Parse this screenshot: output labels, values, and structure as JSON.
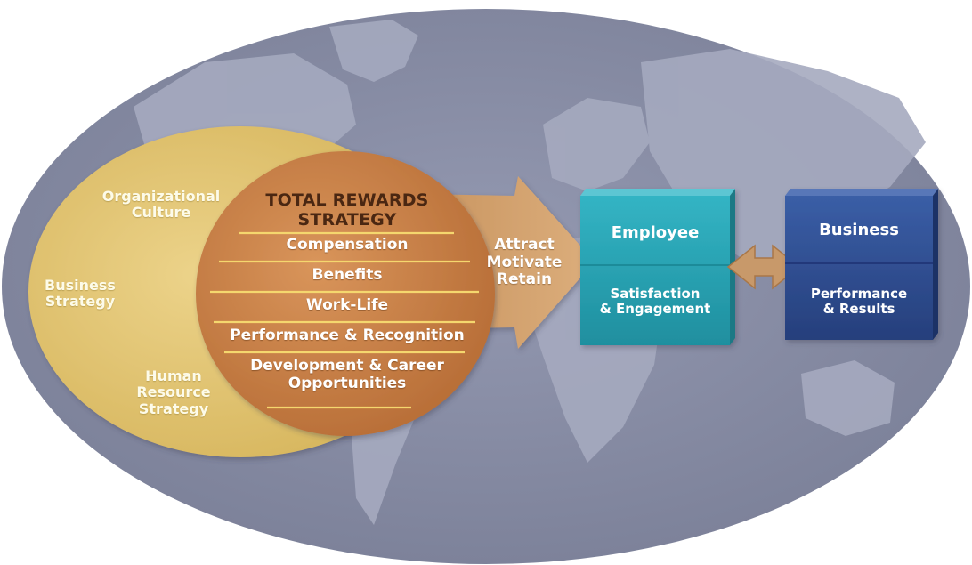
{
  "context": {
    "organizational_culture": "Organizational\nCulture",
    "business_strategy": "Business\nStrategy",
    "hr_strategy": "Human\nResource\nStrategy"
  },
  "total_rewards": {
    "title": "TOTAL REWARDS\nSTRATEGY",
    "items": [
      "Compensation",
      "Benefits",
      "Work-Life",
      "Performance & Recognition",
      "Development & Career\nOpportunities"
    ]
  },
  "arrow": {
    "label": "Attract\nMotivate\nRetain"
  },
  "employee_box": {
    "title": "Employee",
    "subtitle": "Satisfaction\n& Engagement"
  },
  "business_box": {
    "title": "Business",
    "subtitle": "Performance\n& Results"
  },
  "colors": {
    "world_oval": "#8a8fa8",
    "continents": "#a4a9bd",
    "context_oval": "#e2c574",
    "rewards_circle": "#c9814a",
    "big_arrow": "#d3a06e",
    "employee_box": "#2aa3b3",
    "business_box": "#2f4f95",
    "connector_arrow": "#c8996a",
    "divider_line": "#f5d76e"
  }
}
